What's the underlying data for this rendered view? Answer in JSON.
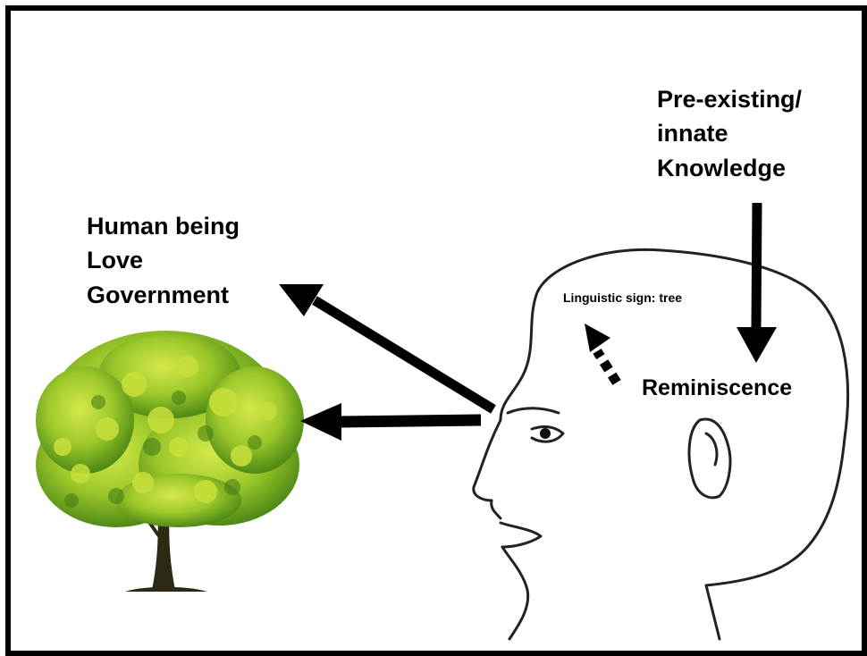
{
  "labels": {
    "human_lines": [
      "Human being",
      "Love",
      "Government"
    ],
    "preexisting_lines": [
      "Pre-existing/",
      "innate",
      "Knowledge"
    ],
    "reminiscence": "Reminiscence",
    "linguistic_sign": "Linguistic sign: tree"
  },
  "colors": {
    "frame": "#000000",
    "arrow": "#000000",
    "leaf_light": "#c8e03a",
    "leaf_mid": "#8cbc22",
    "leaf_dark": "#3f7a12",
    "trunk": "#2c2a14"
  },
  "icons": {
    "tree": "tree-illustration",
    "head": "human-head-profile-sketch"
  }
}
